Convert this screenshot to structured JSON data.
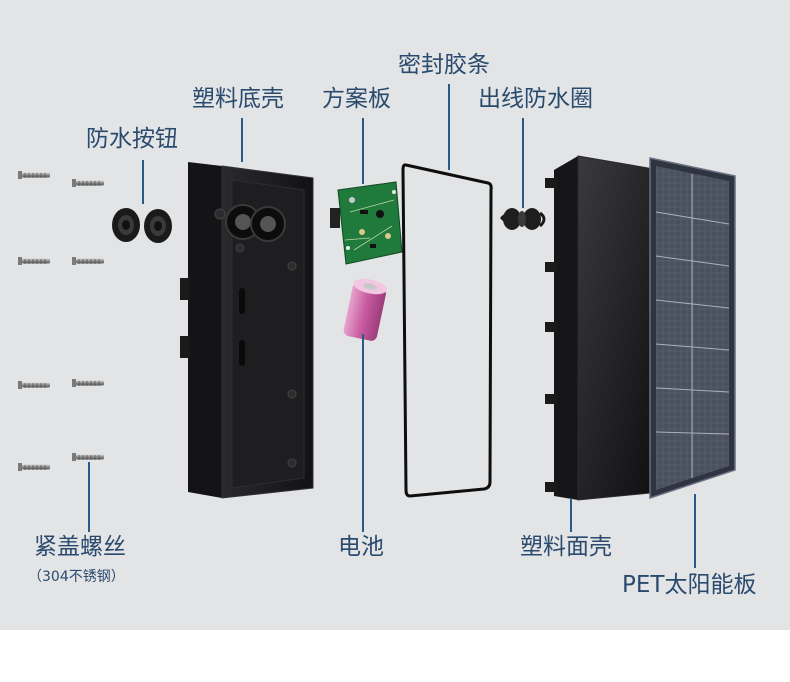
{
  "labels": {
    "waterproof_button": "防水按钮",
    "plastic_base_shell": "塑料底壳",
    "pcb_board": "方案板",
    "sealing_strip": "密封胶条",
    "cable_waterproof_ring": "出线防水圈",
    "fastening_screws": "紧盖螺丝",
    "fastening_screws_note": "（304不锈钢）",
    "battery": "电池",
    "plastic_face_shell": "塑料面壳",
    "pet_solar_panel": "PET太阳能板"
  },
  "colors": {
    "background": "#e3e4e6",
    "label_text": "#2a4a6e",
    "leader_line": "#2b5a86",
    "housing": "#1c1c1e",
    "pcb": "#1f7a3c",
    "battery": "#c85aa0",
    "solar_cell": "#3e4452"
  },
  "icons": {
    "screw": "screw-icon",
    "grommet": "grommet-icon"
  }
}
